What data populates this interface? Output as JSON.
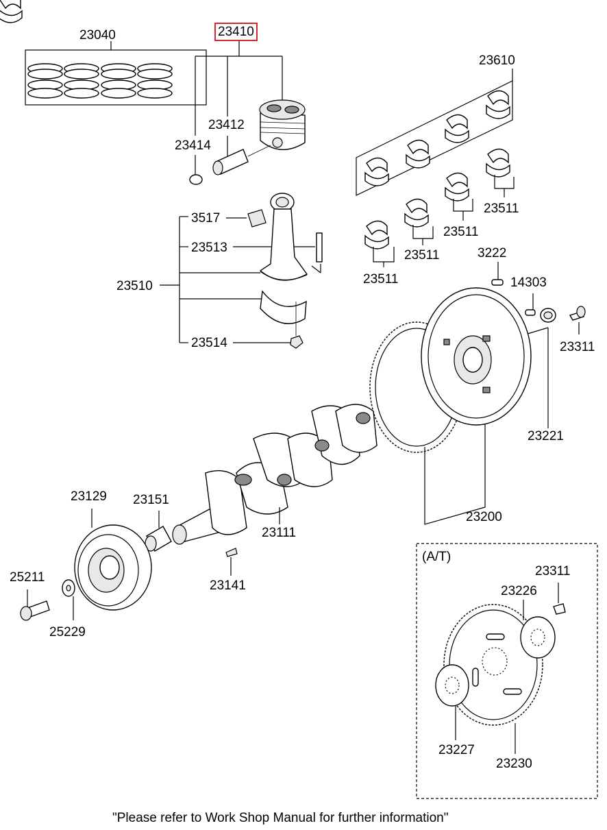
{
  "title_part": "23410",
  "callouts": {
    "c23040": "23040",
    "c23410": "23410",
    "c23412": "23412",
    "c23414": "23414",
    "c23610": "23610",
    "c3517": "3517",
    "c23513": "23513",
    "c23510": "23510",
    "c23514": "23514",
    "c23511a": "23511",
    "c23511b": "23511",
    "c23511c": "23511",
    "c23511d": "23511",
    "c3222": "3222",
    "c14303": "14303",
    "c23311a": "23311",
    "c23221": "23221",
    "c23200": "23200",
    "c23129": "23129",
    "c23151": "23151",
    "c23111": "23111",
    "c25211": "25211",
    "c25229": "25229",
    "c23141": "23141",
    "at": "(A/T)",
    "c23311b": "23311",
    "c23226": "23226",
    "c23227": "23227",
    "c23230": "23230"
  },
  "footer": "\"Please refer to Work Shop Manual for further information\"",
  "colors": {
    "highlight": "#d9262c",
    "line": "#000000"
  }
}
